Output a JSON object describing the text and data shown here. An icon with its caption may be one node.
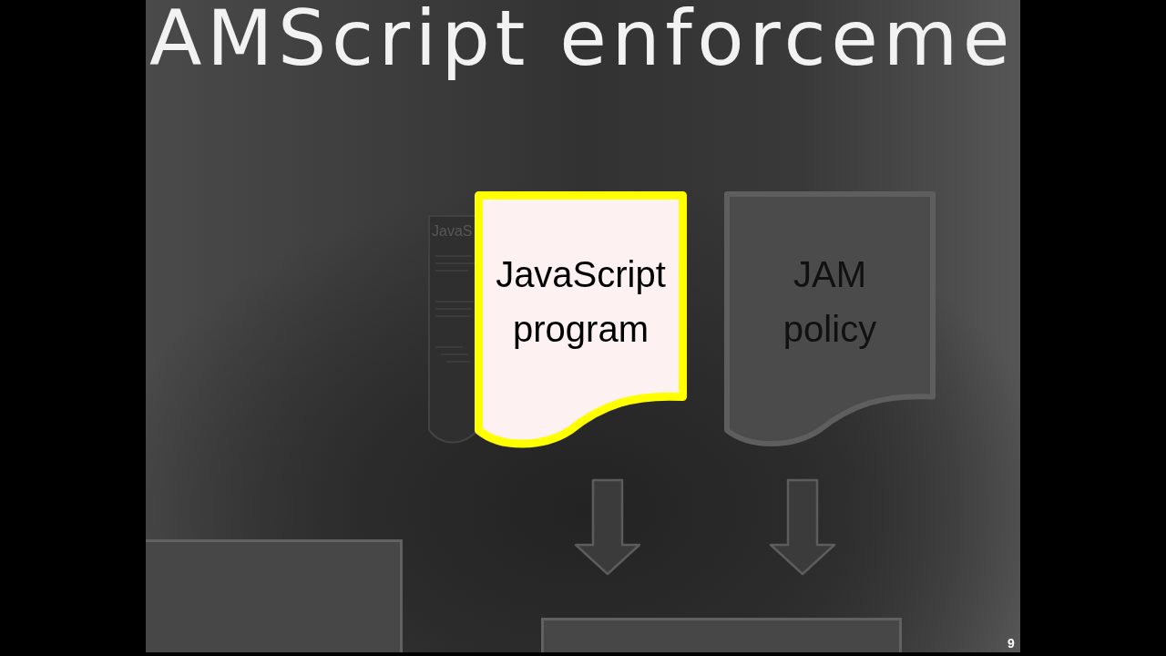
{
  "diagram": {
    "title": "AMScript enforceme",
    "nodes": [
      {
        "text": [
          "JavaS"
        ]
      },
      {
        "text": [
          "JavaScript program"
        ]
      },
      {
        "text": [
          "JAM policy"
        ]
      },
      {
        "text": [],
        "shape": "box"
      },
      {
        "text": [],
        "shape": "box"
      }
    ],
    "edges": [
      {
        "from": 1,
        "to": 4,
        "arrow": "to"
      },
      {
        "from": 2,
        "to": 4,
        "arrow": "to"
      }
    ],
    "labels": [
      "9"
    ]
  }
}
